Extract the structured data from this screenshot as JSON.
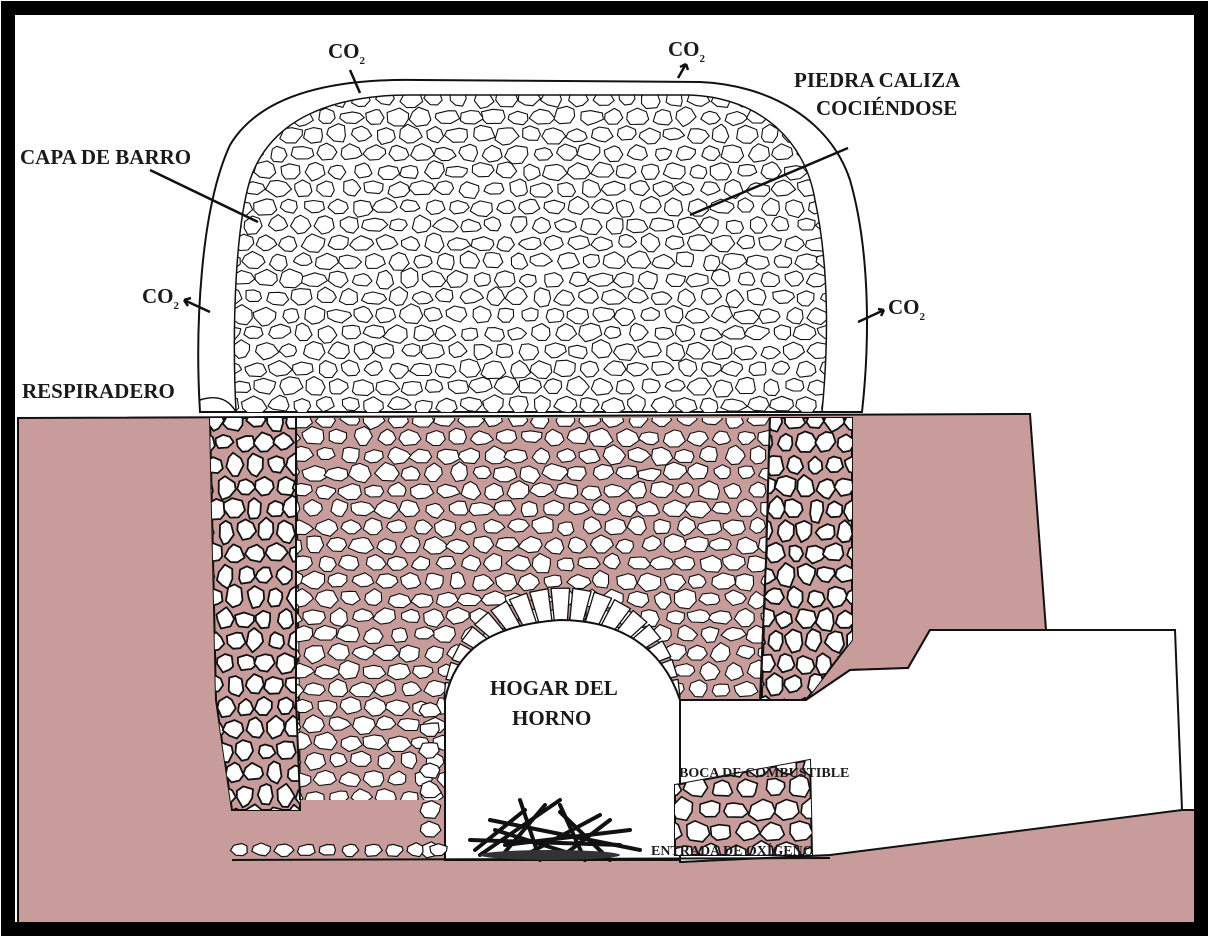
{
  "labels": {
    "co2": "CO",
    "co2_subscript": "2",
    "capa_de_barro": "CAPA DE BARRO",
    "piedra_caliza_line1": "PIEDRA CALIZA",
    "piedra_caliza_line2": "COCIÉNDOSE",
    "respiradero": "RESPIRADERO",
    "hogar_line1": "HOGAR DEL",
    "hogar_line2": "HORNO",
    "boca_de_combustible": "BOCA DE COMBUSTIBLE",
    "entrada_de_oxigeno": "ENTRADA DE OXÍGENO"
  },
  "colors": {
    "ground": "#c79c9a",
    "ground_dark": "#b88786",
    "outline": "#111111",
    "stone_fill": "#ffffff",
    "frame": "#000000"
  }
}
